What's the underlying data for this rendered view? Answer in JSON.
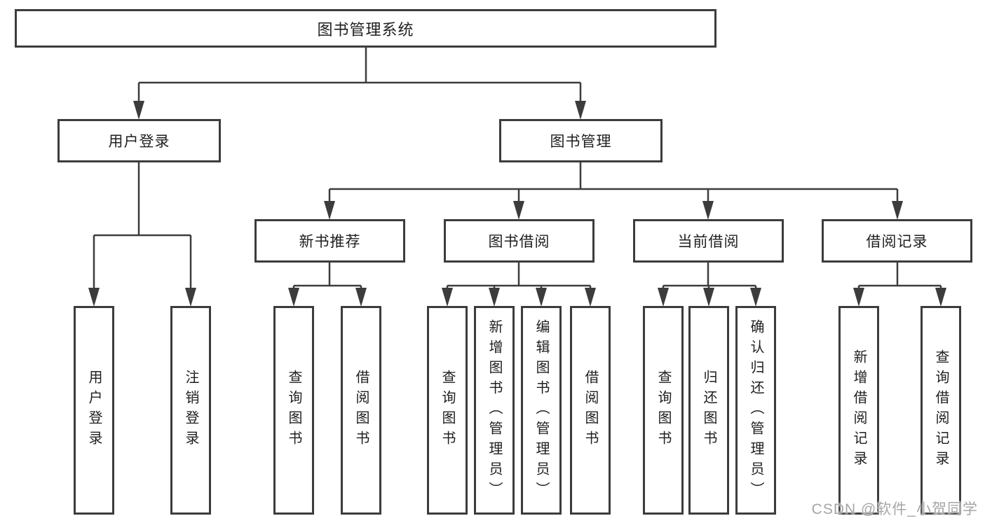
{
  "watermark": "CSDN @软件_小贺同学",
  "colors": {
    "line": "#3c3c3c",
    "text": "#1f1f1f",
    "box_background": "#ffffff",
    "watermark": "#a6a6a6"
  },
  "tree": {
    "root": "图书管理系统",
    "branches": [
      {
        "label": "用户登录",
        "children": [
          "用户登录",
          "注销登录"
        ]
      },
      {
        "label": "图书管理",
        "groups": [
          {
            "label": "新书推荐",
            "children": [
              "查询图书",
              "借阅图书"
            ]
          },
          {
            "label": "图书借阅",
            "children": [
              "查询图书",
              "新增图书（管理员）",
              "编辑图书（管理员）",
              "借阅图书"
            ]
          },
          {
            "label": "当前借阅",
            "children": [
              "查询图书",
              "归还图书",
              "确认归还（管理员）"
            ]
          },
          {
            "label": "借阅记录",
            "children": [
              "新增借阅记录",
              "查询借阅记录"
            ]
          }
        ]
      }
    ]
  }
}
